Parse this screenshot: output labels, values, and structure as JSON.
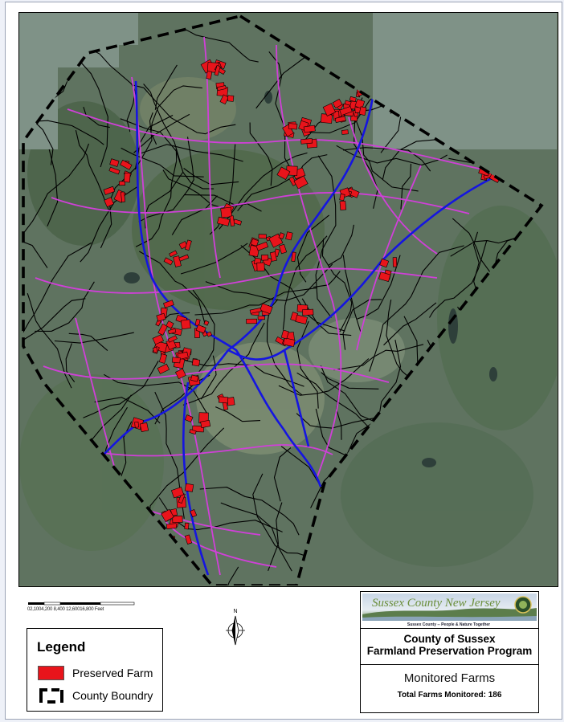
{
  "map": {
    "colors": {
      "imagery": "#5f7360",
      "forest": "#3f5a3c",
      "field": "#8d9a7c",
      "outside_mask": "#7f9287",
      "preserved_farm": "#e8141b",
      "major_road": "#1515e0",
      "secondary_road": "#d040d8",
      "local_road": "#000000",
      "boundary": "#000000"
    },
    "scale_bar": {
      "label": "02,1004,200 8,400 12,60016,800 Feet"
    },
    "north_arrow": {
      "label": "N"
    }
  },
  "legend": {
    "title": "Legend",
    "items": [
      {
        "label": "Preserved Farm",
        "symbol": "red-filled-box",
        "color": "#e8141b"
      },
      {
        "label": "County Boundry",
        "symbol": "dashed-bracket",
        "color": "#000000"
      }
    ]
  },
  "title_block": {
    "banner_text": "Sussex County New Jersey",
    "tagline": "Sussex County -- People & Nature Together",
    "organization": "County of Sussex",
    "program": "Farmland Preservation Program",
    "subtitle": "Monitored Farms",
    "total_label": "Total Farms Monitored: 186"
  }
}
